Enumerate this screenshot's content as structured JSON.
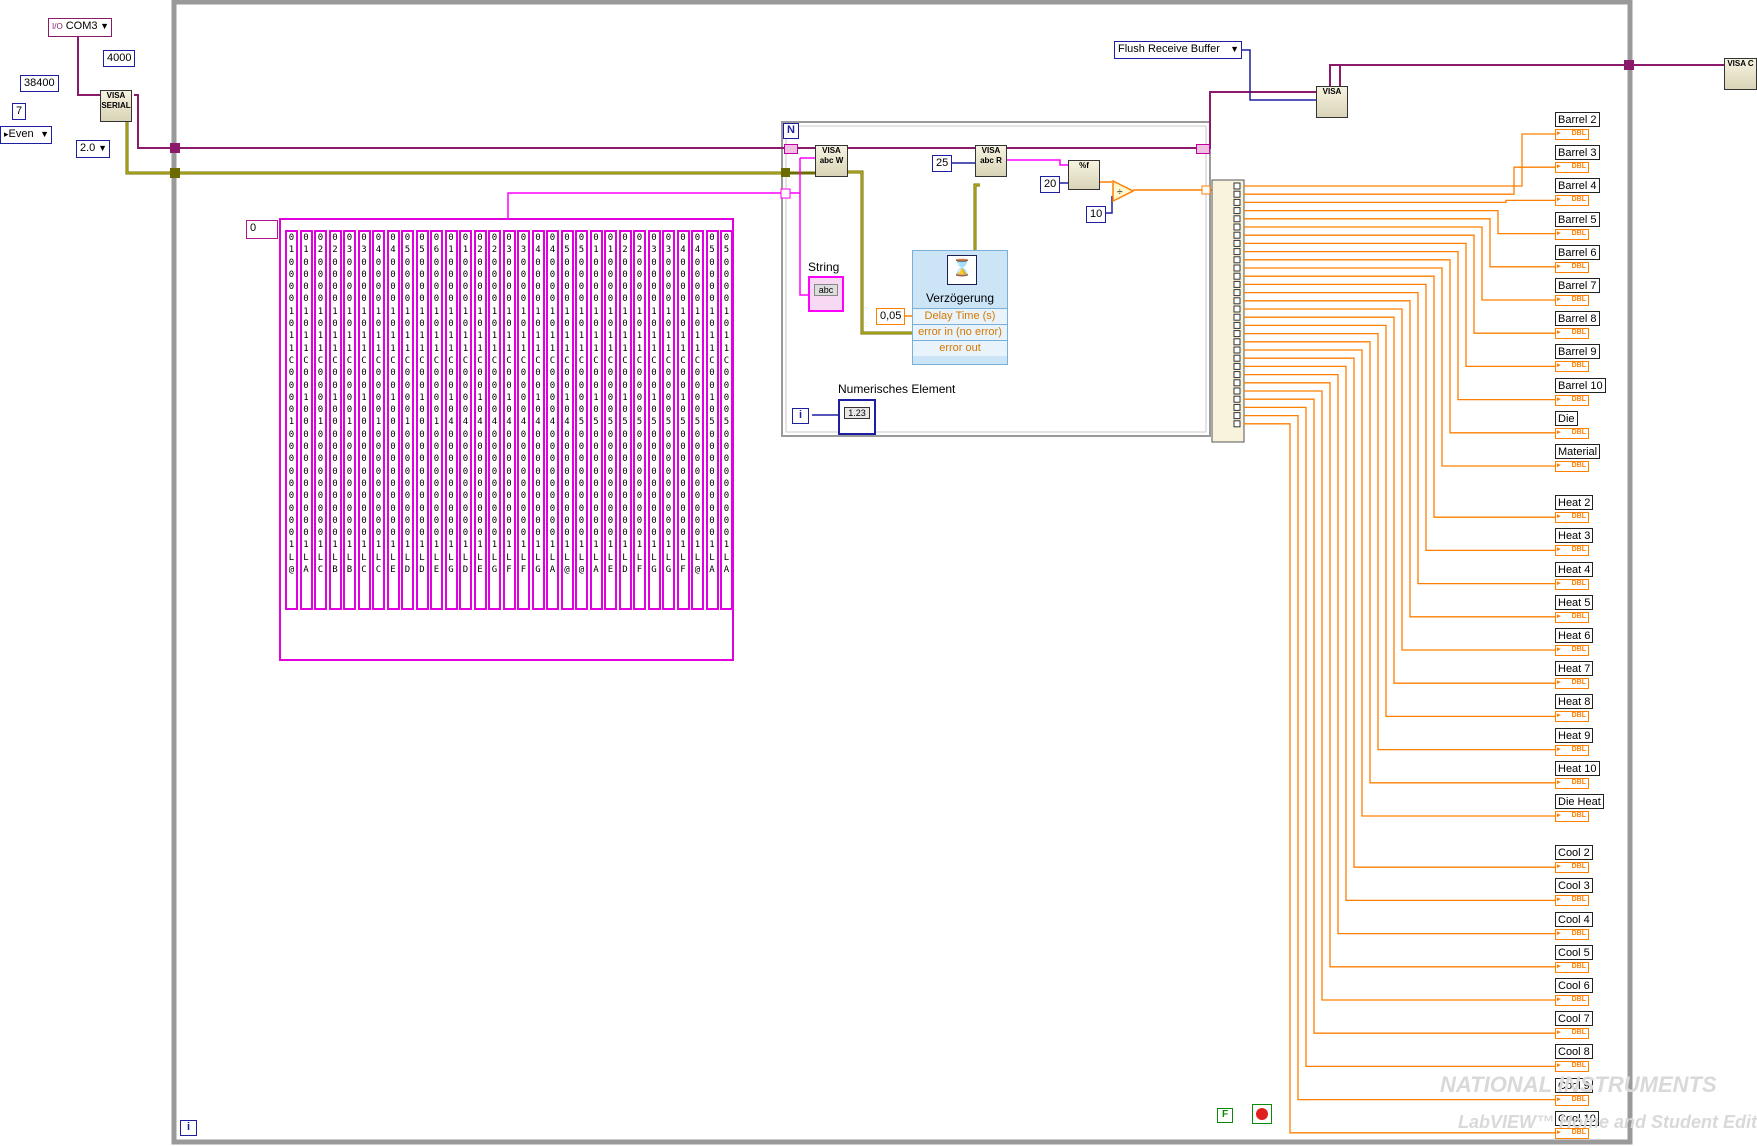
{
  "visa_config": {
    "resource": "COM3",
    "timeout": "4000",
    "baud_rate": "38400",
    "data_bits": "7",
    "parity": "Even",
    "stop_bits": "2.0",
    "icon_text": "VISA SERIAL"
  },
  "flush": {
    "mode": "Flush Receive Buffer",
    "icon_text": "VISA"
  },
  "close_icon_text": "VISA C",
  "for_loop": {
    "count_terminal": "N",
    "iteration_terminal": "i"
  },
  "write_icon_text": "VISA abc W",
  "read_icon_text": "VISA abc R",
  "read_byte_count": "25",
  "string_indicator": {
    "label": "String",
    "icon_text": "abc"
  },
  "numeric_indicator": {
    "label": "Numerisches Element",
    "icon_text": "1.23"
  },
  "delay": {
    "title": "Verzögerung",
    "rows": [
      "Delay Time (s)",
      "error in (no error)",
      "error out"
    ],
    "value": "0,05"
  },
  "scan_offset": "20",
  "divisor": "10",
  "array_index": "0",
  "array_columns": [
    "0100001011C000010000000001L@",
    "0100001011C001000000000001LA",
    "0200001011C000010000000001LC",
    "0200001011C001000000000001LB",
    "0300001011C000010000000001LB",
    "0300001011C001000000000001LC",
    "0400001011C000010000000001LC",
    "0400001011C001000000000001LE",
    "0500001011C000010000000001LD",
    "0500001011C001000000000001LD",
    "0600001011C000010000000001LE",
    "0100001011C001040000000001LG",
    "0100001011C000040000000001LD",
    "0200001011C001040000000001LE",
    "0200001011C000040000000001LG",
    "0300001011C001040000000001LF",
    "0300001011C000040000000001LF",
    "0400001011C001040000000001LG",
    "0400001011C000040000000001LA",
    "0500001011C001040000000001L@",
    "0500001011C000050000000001L@",
    "0100001011C001050000000001LA",
    "0100001011C000050000000001LE",
    "0200001011C001050000000001LD",
    "0200001011C000050000000001LF",
    "0300001011C001050000000001LG",
    "0300001011C000050000000001LG",
    "0400001011C001050000000001LF",
    "0400001011C000050000000001L@",
    "0500001011C001050000000001LA",
    "0500001011C000050000000001LA"
  ],
  "indicators": [
    "Barrel 2",
    "Barrel 3",
    "Barrel 4",
    "Barrel 5",
    "Barrel 6",
    "Barrel 7",
    "Barrel 8",
    "Barrel 9",
    "Barrel 10",
    "Die",
    "Material",
    "Heat 2",
    "Heat 3",
    "Heat 4",
    "Heat 5",
    "Heat 6",
    "Heat 7",
    "Heat 8",
    "Heat 9",
    "Heat 10",
    "Die Heat",
    "Cool 2",
    "Cool 3",
    "Cool 4",
    "Cool 5",
    "Cool 6",
    "Cool 7",
    "Cool 8",
    "Cool 9",
    "Cool 10"
  ],
  "indicator_type": "DBL",
  "while_loop": {
    "iteration_terminal": "i",
    "stop_constant": "F"
  },
  "watermark": {
    "line1": "NATIONAL INSTRUMENTS",
    "line2": "LabVIEW™ Home and Student Edition"
  },
  "colors": {
    "refnum_wire": "#8b1a6b",
    "error_wire": "#c8b400",
    "string_wire": "#ff00ff",
    "numeric_wire": "#ff7f00",
    "integer_wire": "#1e1ea0"
  }
}
